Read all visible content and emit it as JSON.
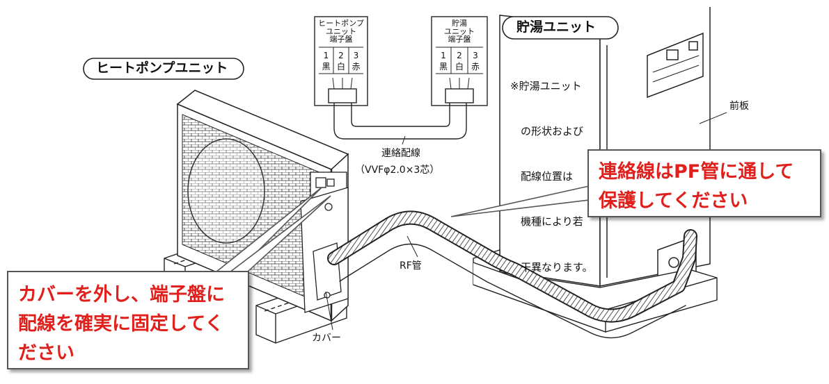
{
  "heat_pump_unit": {
    "title": "ヒートポンプユニット"
  },
  "storage_unit": {
    "title": "貯湯ユニット"
  },
  "terminal_left": {
    "title_lines": [
      "ヒートポンプ",
      "ユニット",
      "端子盤"
    ],
    "numbers": [
      "1",
      "2",
      "3"
    ],
    "colors": [
      "黒",
      "白",
      "赤"
    ]
  },
  "terminal_right": {
    "title_lines": [
      "貯湯",
      "ユニット",
      "端子盤"
    ],
    "numbers": [
      "1",
      "2",
      "3"
    ],
    "colors": [
      "黒",
      "白",
      "赤"
    ]
  },
  "connection_wire": {
    "label": "連絡配線",
    "spec": "（VVFφ2.0×3芯）"
  },
  "note": {
    "lines": [
      "※貯湯ユニット",
      "　の形状および",
      "　配線位置は",
      "　機種により若",
      "　干異なります。"
    ]
  },
  "front_panel_label": "前板",
  "rf_pipe_label": "RF管",
  "cover_label": "カバー",
  "callout_right": {
    "lines": [
      "連絡線はPF管に通して",
      "保護してください"
    ],
    "color": "#e0201c"
  },
  "callout_left": {
    "lines": [
      "カバーを外し、端子盤に",
      "配線を確実に固定してく",
      "ださい"
    ],
    "color": "#e0201c"
  }
}
